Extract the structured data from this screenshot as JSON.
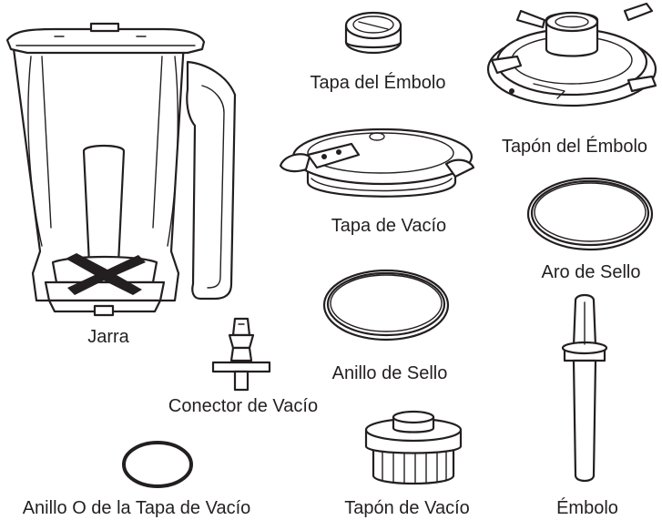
{
  "labels": {
    "jar": "Jarra",
    "plunger_cap": "Tapa del Émbolo",
    "plunger_stopper": "Tapón del Émbolo",
    "vacuum_lid": "Tapa de Vacío",
    "seal_ring_right": "Aro de Sello",
    "seal_ring_center": "Anillo de Sello",
    "vacuum_connector": "Conector de Vacío",
    "plunger": "Émbolo",
    "vacuum_lid_o_ring": "Anillo O de la Tapa de Vacío",
    "vacuum_stopper": "Tapón de Vacío"
  },
  "colors": {
    "line": "#231f20",
    "background": "#ffffff"
  }
}
